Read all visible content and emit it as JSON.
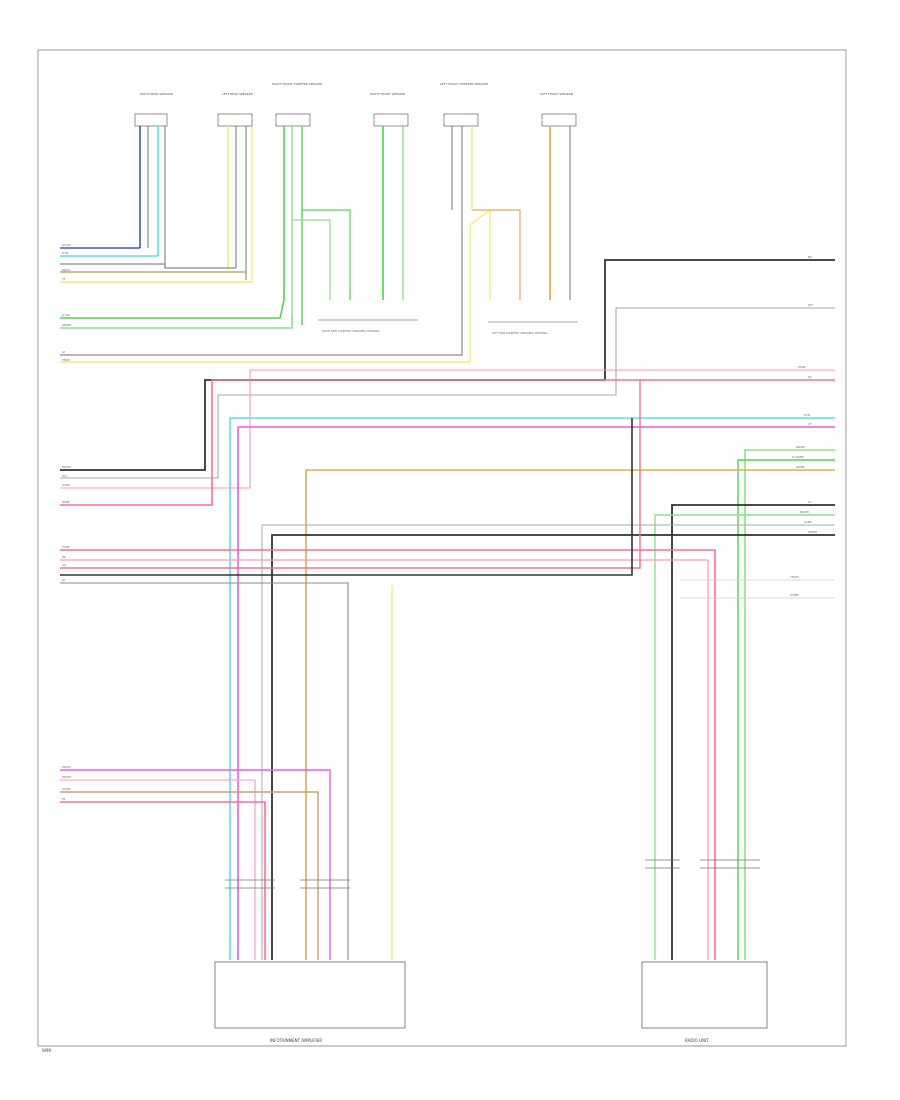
{
  "diagram": {
    "top_speakers": [
      {
        "label": "RIGHT REAR SPEAKER"
      },
      {
        "label": "LEFT REAR SPEAKER"
      },
      {
        "label": "RIGHT FRONT TWEETER SPEAKER"
      },
      {
        "label": "RIGHT FRONT SPEAKER"
      },
      {
        "label": "LEFT FRONT TWEETER SPEAKER"
      },
      {
        "label": "LEFT FRONT SPEAKER"
      }
    ],
    "left_wire_labels": [
      {
        "text": "GY/WH"
      },
      {
        "text": "LT BL"
      },
      {
        "text": "BK/OG"
      },
      {
        "text": "YE"
      },
      {
        "text": "LT GN"
      },
      {
        "text": "GN/WH"
      },
      {
        "text": "GY"
      },
      {
        "text": "YE/BK"
      },
      {
        "text": "BK/WH"
      },
      {
        "text": "WH"
      },
      {
        "text": "GY/BK"
      },
      {
        "text": "PK/BK"
      },
      {
        "text": "VT/BK"
      },
      {
        "text": "BK"
      },
      {
        "text": "OG"
      },
      {
        "text": "GY"
      },
      {
        "text": "PK/WH"
      },
      {
        "text": "BK/WH"
      },
      {
        "text": "OG/BK"
      },
      {
        "text": "PK"
      }
    ],
    "right_wire_labels": [
      {
        "text": "BK"
      },
      {
        "text": "WH"
      },
      {
        "text": "PK/BK"
      },
      {
        "text": "PK"
      },
      {
        "text": "LT BL"
      },
      {
        "text": "VT"
      },
      {
        "text": "GN/WH"
      },
      {
        "text": "LT GN/BK"
      },
      {
        "text": "OG/BK"
      },
      {
        "text": "GY"
      },
      {
        "text": "BK/WH"
      },
      {
        "text": "GY/BK"
      },
      {
        "text": "DB/WH"
      },
      {
        "text": "YE/WH"
      },
      {
        "text": "WH/BK"
      }
    ],
    "splice_notes": [
      {
        "text": "RIGHT SIDE COURTESY SPEAKERS OPTIONAL"
      },
      {
        "text": "LEFT SIDE COURTESY SPEAKERS OPTIONAL"
      }
    ],
    "modules": [
      {
        "label": "INFOTAINMENT AMPLIFIER"
      },
      {
        "label": "RADIO UNIT"
      }
    ],
    "footer": {
      "code": "W99"
    },
    "colors": {
      "gray": "#8a8a8a",
      "dark": "#333333",
      "blue": "#3f55c8",
      "cyan": "#55e3ef",
      "yellow": "#f2ee7a",
      "green": "#4fd64f",
      "ltgreen": "#8ae38a",
      "orange": "#e7a955",
      "pink": "#ff6f8a",
      "magenta": "#ec5cec",
      "tan": "#c9a36f"
    }
  }
}
